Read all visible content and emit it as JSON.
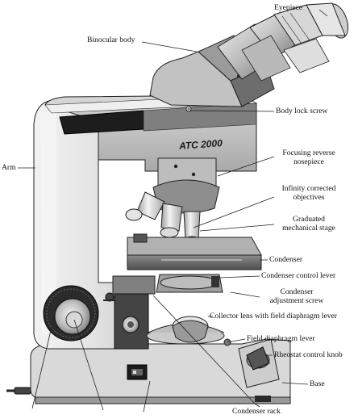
{
  "brand_text": "ATC 2000",
  "labels": {
    "eyepiece": "Eyepiece",
    "binocular_body": "Binocular body",
    "body_lock_screw": "Body lock screw",
    "arm": "Arm",
    "focusing_reverse_nosepiece": [
      "Focusing reverse",
      "nosepiece"
    ],
    "infinity_corrected_objectives": [
      "Infinity corrected",
      "objectives"
    ],
    "graduated_mechanical_stage": [
      "Graduated",
      "mechanical stage"
    ],
    "condenser": "Condenser",
    "condenser_control_lever": "Condenser control lever",
    "condenser_adjustment_screw": [
      "Condenser",
      "adjustment screw"
    ],
    "collector_lens": "Collector lens with field diaphragm lever",
    "field_diaphragm_lever": "Field diaphragm lever",
    "rheostat_control_knob": "Rheostat control knob",
    "base": "Base",
    "condenser_rack": "Condenser rack"
  },
  "colors": {
    "body_light": "#e6e6e6",
    "body_mid": "#b9b9b9",
    "body_dark": "#6d6d6d",
    "body_black": "#1e1e1e",
    "line": "#222222"
  }
}
